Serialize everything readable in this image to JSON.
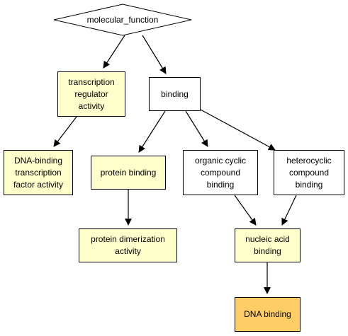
{
  "diagram": {
    "root": {
      "label": "molecular_function"
    },
    "nodes": [
      {
        "id": "transcription",
        "label": "transcription\nregulator\nactivity",
        "fill": "#ffffcc"
      },
      {
        "id": "binding",
        "label": "binding",
        "fill": "#ffffff"
      },
      {
        "id": "dna-tf",
        "label": "DNA-binding\ntranscription\nfactor activity",
        "fill": "#ffffcc"
      },
      {
        "id": "protein-binding",
        "label": "protein binding",
        "fill": "#ffffcc"
      },
      {
        "id": "organic-cyclic",
        "label": "organic cyclic\ncompound\nbinding",
        "fill": "#ffffff"
      },
      {
        "id": "heterocyclic",
        "label": "heterocyclic\ncompound\nbinding",
        "fill": "#ffffff"
      },
      {
        "id": "protein-dimerization",
        "label": "protein dimerization\nactivity",
        "fill": "#ffffcc"
      },
      {
        "id": "nucleic-acid",
        "label": "nucleic acid\nbinding",
        "fill": "#ffffcc"
      },
      {
        "id": "dna-binding",
        "label": "DNA binding",
        "fill": "#ffcc66"
      }
    ],
    "edges": [
      [
        "root",
        "transcription"
      ],
      [
        "root",
        "binding"
      ],
      [
        "transcription",
        "dna-tf"
      ],
      [
        "binding",
        "protein-binding"
      ],
      [
        "binding",
        "organic-cyclic"
      ],
      [
        "binding",
        "heterocyclic"
      ],
      [
        "protein-binding",
        "protein-dimerization"
      ],
      [
        "organic-cyclic",
        "nucleic-acid"
      ],
      [
        "heterocyclic",
        "nucleic-acid"
      ],
      [
        "nucleic-acid",
        "dna-binding"
      ]
    ]
  }
}
